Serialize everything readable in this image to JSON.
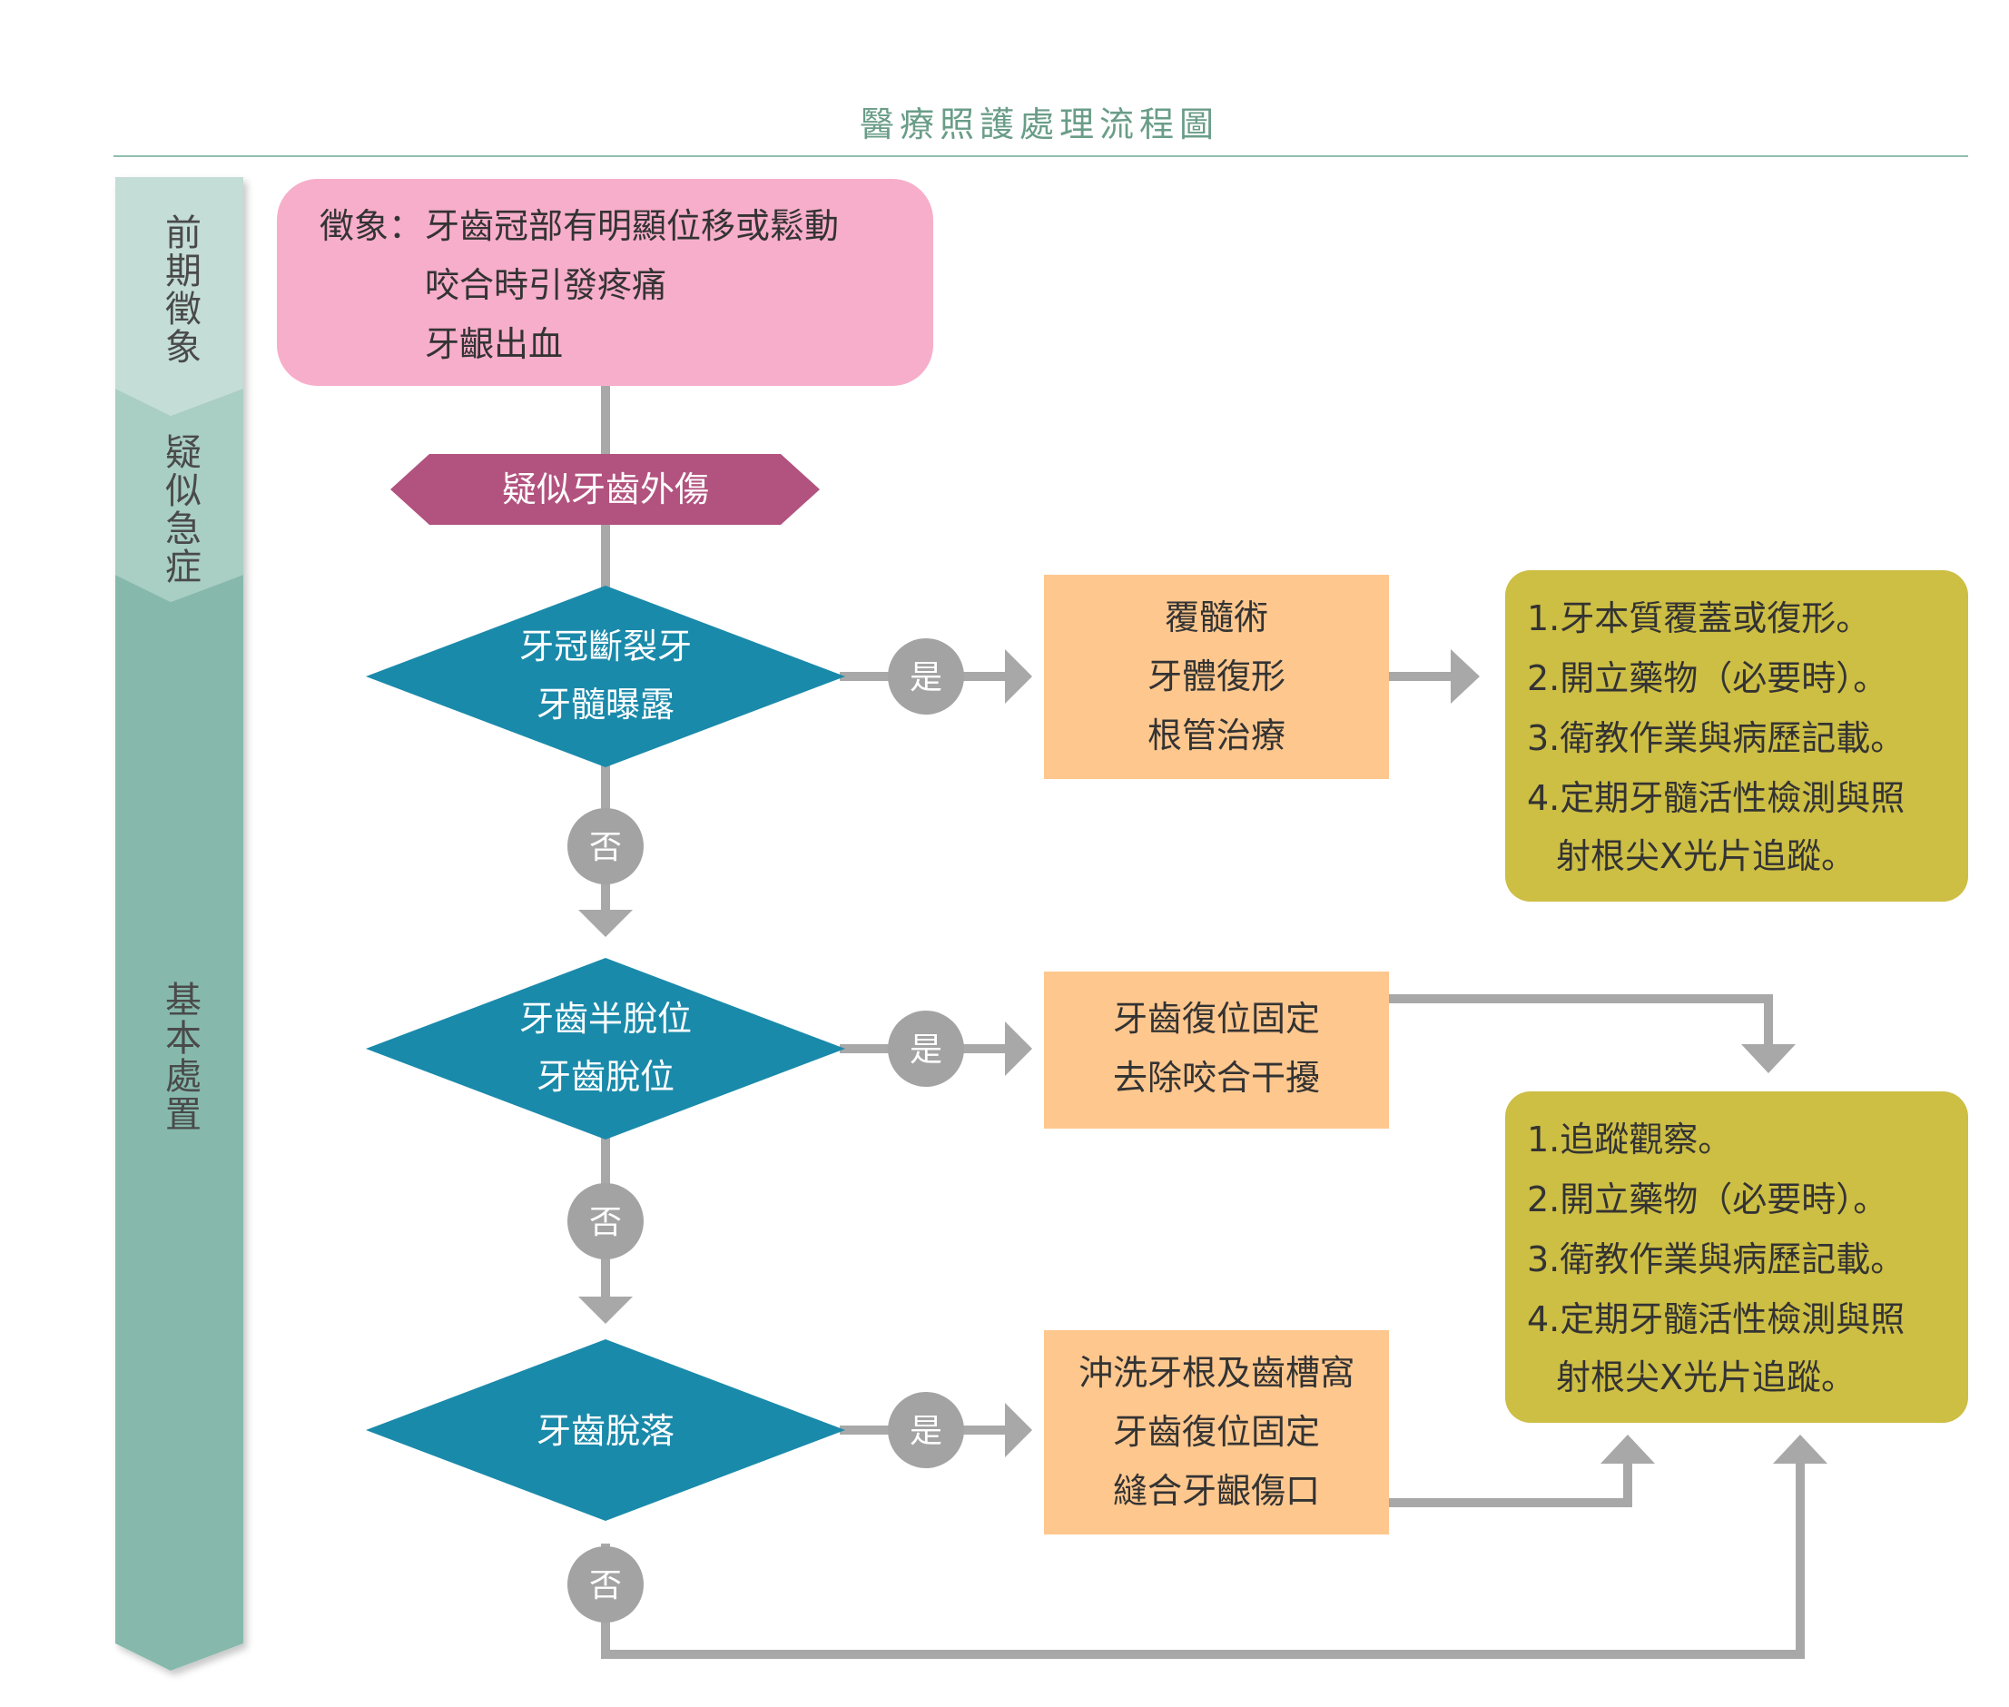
{
  "title": "醫療照護處理流程圖",
  "colors": {
    "title": "#6a9d88",
    "rule": "#8fbfae",
    "stage_light": "#c4ddd6",
    "stage_mid": "#a9cec3",
    "stage_dark": "#86b9ac",
    "symptom_box": "#f7aeca",
    "suspect_hex": "#b2527e",
    "decision": "#1a8aaa",
    "action_box": "#fec78e",
    "result_box": "#cdbe44",
    "connector": "#a8a8a8",
    "yes_no_circle": "#a3a3a3"
  },
  "stages": {
    "early_signs": "前期徵象",
    "suspected_emergency": "疑似急症",
    "basic_treatment": "基本處置"
  },
  "symptoms": {
    "prefix": "徵象：",
    "line1": "牙齒冠部有明顯位移或鬆動",
    "line2": "咬合時引發疼痛",
    "line3": "牙齦出血"
  },
  "suspected": "疑似牙齒外傷",
  "decisions": [
    {
      "line1": "牙冠斷裂牙",
      "line2": "牙髓曝露"
    },
    {
      "line1": "牙齒半脫位",
      "line2": "牙齒脫位"
    },
    {
      "line1": "牙齒脫落"
    }
  ],
  "yes_label": "是",
  "no_label": "否",
  "actions": [
    {
      "line1": "覆髓術",
      "line2": "牙體復形",
      "line3": "根管治療"
    },
    {
      "line1": "牙齒復位固定",
      "line2": "去除咬合干擾"
    },
    {
      "line1": "沖洗牙根及齒槽窩",
      "line2": "牙齒復位固定",
      "line3": "縫合牙齦傷口"
    }
  ],
  "results": [
    {
      "item1": "1.牙本質覆蓋或復形。",
      "item2": "2.開立藥物（必要時）。",
      "item3": "3.衛教作業與病歷記載。",
      "item4": "4.定期牙髓活性檢測與照",
      "item4_cont": "射根尖X光片追蹤。"
    },
    {
      "item1": "1.追蹤觀察。",
      "item2": "2.開立藥物（必要時）。",
      "item3": "3.衛教作業與病歷記載。",
      "item4": "4.定期牙髓活性檢測與照",
      "item4_cont": "射根尖X光片追蹤。"
    }
  ]
}
